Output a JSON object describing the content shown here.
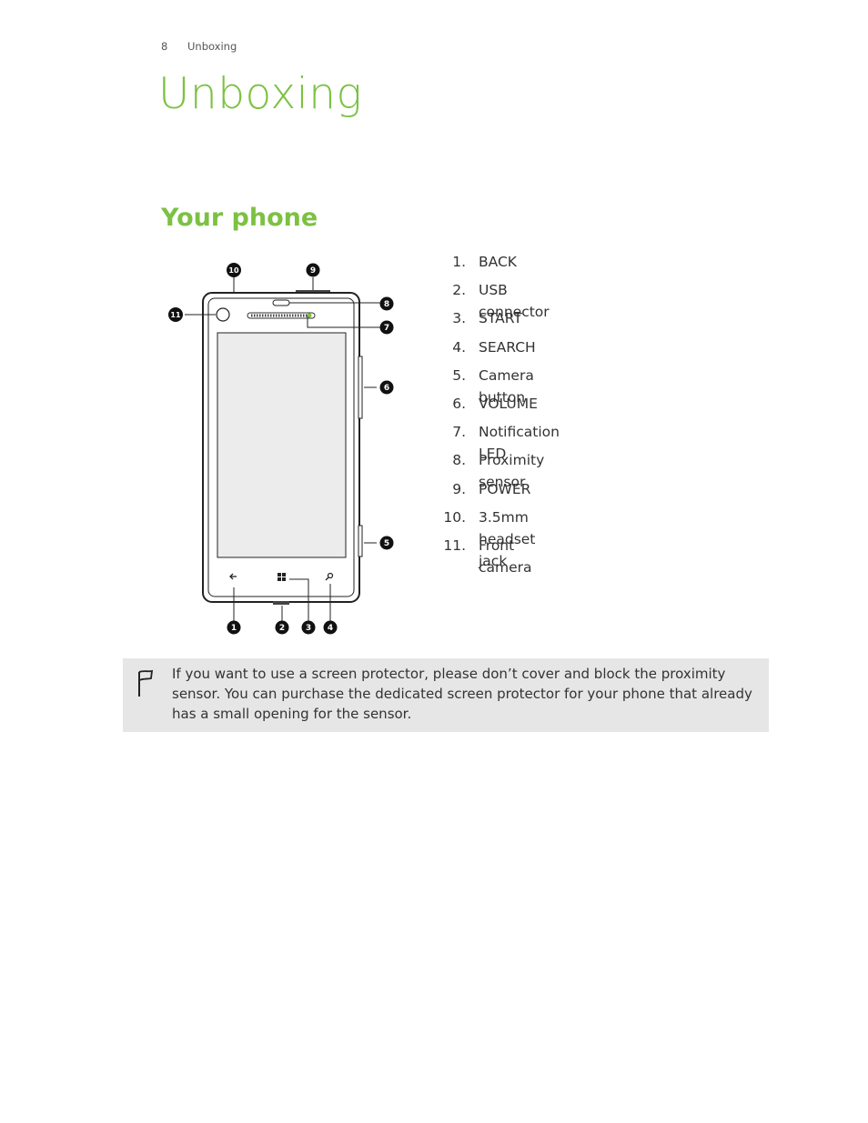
{
  "header": {
    "page_number": "8",
    "section": "Unboxing"
  },
  "title": "Unboxing",
  "subtitle": "Your phone",
  "parts": [
    {
      "number": "1.",
      "label": "BACK"
    },
    {
      "number": "2.",
      "label": "USB connector"
    },
    {
      "number": "3.",
      "label": "START"
    },
    {
      "number": "4.",
      "label": "SEARCH"
    },
    {
      "number": "5.",
      "label": "Camera button"
    },
    {
      "number": "6.",
      "label": "VOLUME"
    },
    {
      "number": "7.",
      "label": "Notification LED"
    },
    {
      "number": "8.",
      "label": "Proximity sensor"
    },
    {
      "number": "9.",
      "label": "POWER"
    },
    {
      "number": "10.",
      "label": "3.5mm headset jack"
    },
    {
      "number": "11.",
      "label": "Front camera"
    }
  ],
  "callouts": [
    "1",
    "2",
    "3",
    "4",
    "5",
    "6",
    "7",
    "8",
    "9",
    "10",
    "11"
  ],
  "note": {
    "icon": "flag-icon",
    "text": "If you want to use a screen protector, please don’t cover and block the proximity sensor. You can purchase the dedicated screen protector for your phone that already has a small opening for the sensor."
  },
  "colors": {
    "accent": "#7cc142",
    "note_bg": "#e6e6e6"
  }
}
